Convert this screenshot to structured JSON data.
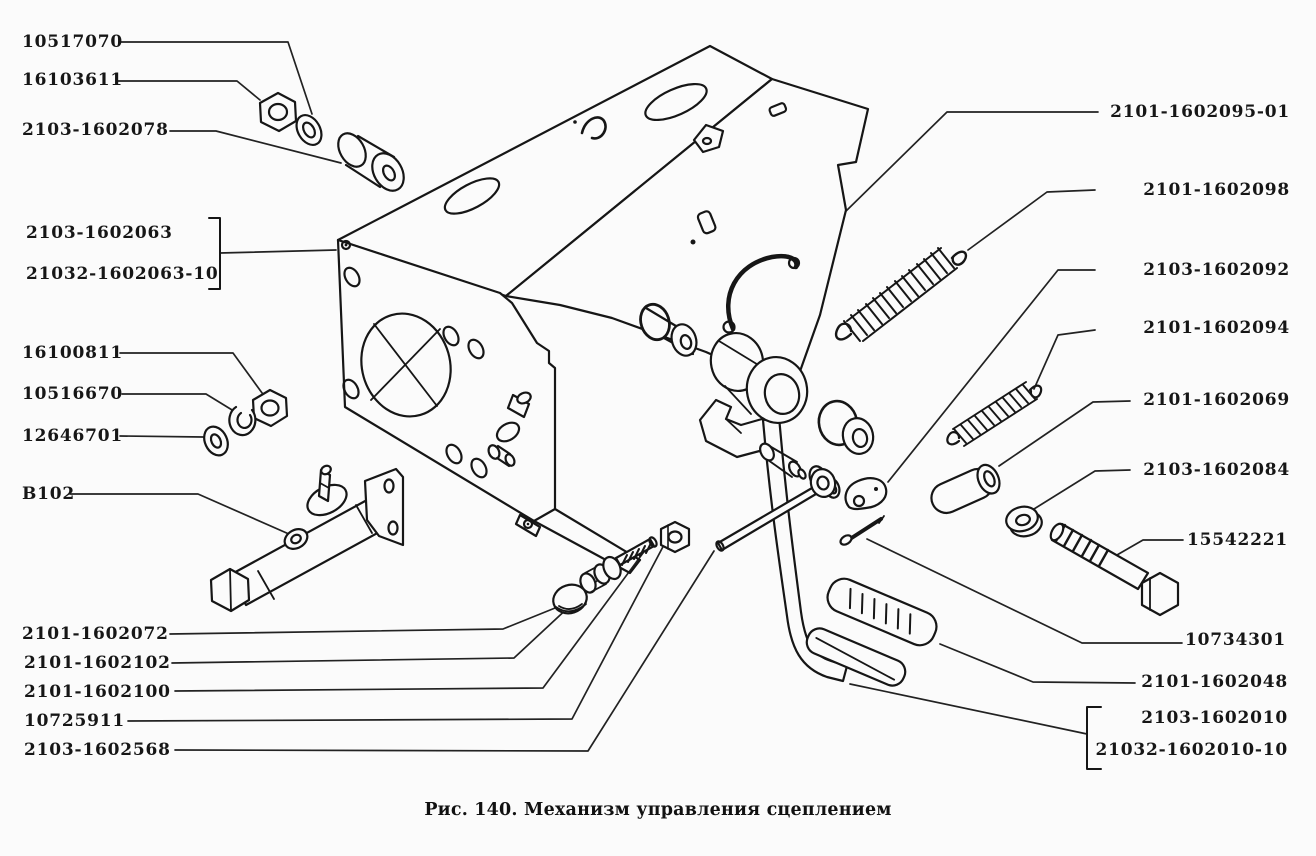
{
  "figure": {
    "caption": "Рис. 140. Механизм управления сцеплением"
  },
  "labels": {
    "left": [
      "10517070",
      "16103611",
      "2103-1602078",
      "2103-1602063",
      "21032-1602063-10",
      "16100811",
      "10516670",
      "12646701",
      "В102",
      "2101-1602072",
      "2101-1602102",
      "2101-1602100",
      "10725911",
      "2103-1602568"
    ],
    "right": [
      "2101-1602095-01",
      "2101-1602098",
      "2103-1602092",
      "2101-1602094",
      "2101-1602069",
      "2103-1602084",
      "15542221",
      "10734301",
      "2101-1602048",
      "2103-1602010",
      "21032-1602010-10"
    ]
  },
  "colors": {
    "ink": "#161616",
    "paper": "#fbfbfb"
  }
}
